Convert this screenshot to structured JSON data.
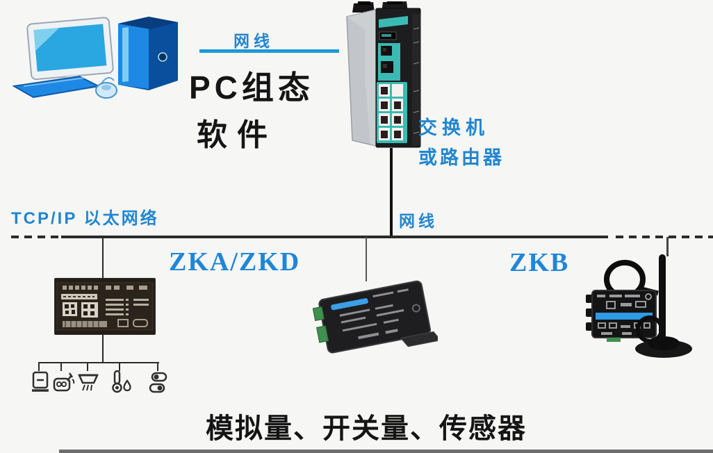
{
  "diagram": {
    "top": {
      "cable_label": "网线",
      "pc_title_line1": "PC组态",
      "pc_title_line2": "软件",
      "switch_label_line1": "交换机",
      "switch_label_line2": "或路由器"
    },
    "bus": {
      "network_label": "TCP/IP 以太网络",
      "cable_label": "网线"
    },
    "branches": {
      "zka_label": "ZKA/ZKD",
      "zkb_label": "ZKB"
    },
    "bottom_label": "模拟量、开关量、传感器",
    "devices": {
      "pc": "desktop-computer",
      "switch": "industrial-ethernet-switch-or-router",
      "left_module": "zka-zkd-io-controller",
      "center_module": "zka-zkd-serial-server",
      "right_module": "zkb-wireless-dtu-with-antenna"
    },
    "sensor_icons": [
      "meter-icon",
      "gas-meter-icon",
      "detector-icon",
      "thermometer-humidity-icon",
      "toggle-switch-icon"
    ],
    "colors": {
      "background": "#f6f6f5",
      "label_blue": "#2286cf",
      "cable_blue": "#1b9ad6",
      "zk_blue": "#1f86d8",
      "line_dark": "#2b2b2b",
      "switch_teal": "#3bbab4",
      "text_black": "#151515"
    }
  }
}
